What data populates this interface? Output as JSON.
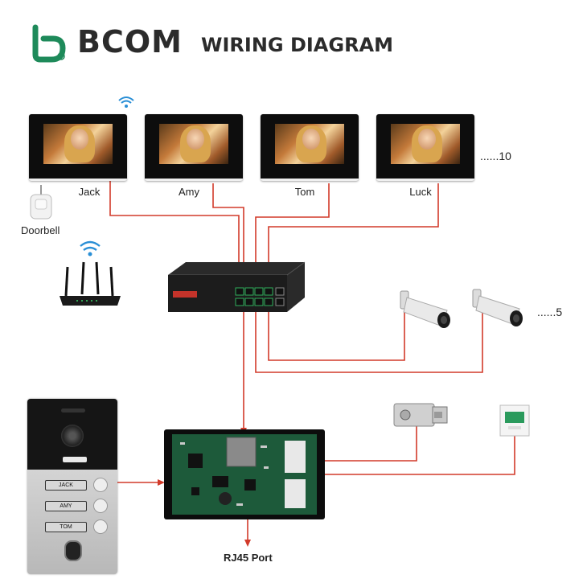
{
  "header": {
    "brand": "BCOM",
    "title": "WIRING DIAGRAM"
  },
  "monitors": [
    {
      "label": "Jack"
    },
    {
      "label": "Amy"
    },
    {
      "label": "Tom"
    },
    {
      "label": "Luck"
    }
  ],
  "more_monitors": "......10",
  "more_cameras": "......5",
  "doorbell_label": "Doorbell",
  "rj45_label": "RJ45 Port",
  "door_panel": {
    "buttons": [
      "JACK",
      "AMY",
      "TOM"
    ]
  },
  "colors": {
    "wire": "#d23a2a",
    "brand_green": "#1e8a5a"
  },
  "icons": [
    "bcom-logo-icon",
    "wifi-icon",
    "router-icon",
    "poe-switch-icon",
    "camera-icon",
    "door-lock-icon",
    "exit-button-icon",
    "control-board-icon",
    "door-station-icon",
    "doorbell-icon"
  ]
}
